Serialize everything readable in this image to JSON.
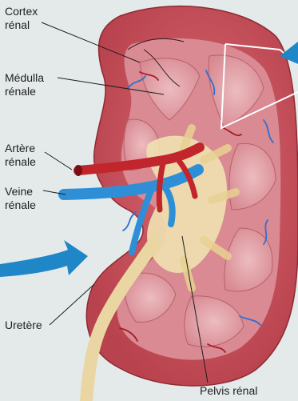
{
  "labels": {
    "cortex": [
      "Cortex",
      "rénal"
    ],
    "medulla": [
      "Médulla",
      "rénale"
    ],
    "artery": [
      "Artère",
      "rénale"
    ],
    "vein": [
      "Veine",
      "rénale"
    ],
    "ureter": "Uretère",
    "pelvis": "Pelvis rénal"
  },
  "colors": {
    "background": "#e4eaea",
    "cortex": "#c9545e",
    "medulla": "#e0a0a6",
    "artery": "#c0262c",
    "vein": "#2f8fd6",
    "pelvis": "#efe0b0",
    "arrow": "#1f86c8"
  }
}
